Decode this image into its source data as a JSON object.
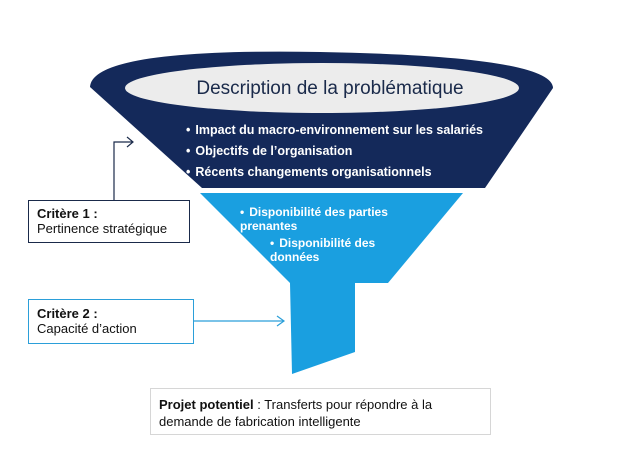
{
  "funnel": {
    "title": "Description de la problématique",
    "dark_items": [
      "Impact du macro-environnement sur les salariés",
      "Objectifs de l’organisation",
      "Récents changements organisationnels"
    ],
    "light_items": [
      "Disponibilité des parties prenantes",
      "Disponibilité des données"
    ],
    "colors": {
      "dark": "#14295a",
      "light": "#1a9fe0",
      "rim": "#ececec"
    }
  },
  "criteria": [
    {
      "head": "Critère 1 :",
      "text": "Pertinence stratégique"
    },
    {
      "head": "Critère 2 :",
      "text": "Capacité d’action"
    }
  ],
  "result": {
    "head": "Projet potentiel",
    "text": " : Transferts pour répondre à la demande de fabrication intelligente"
  }
}
